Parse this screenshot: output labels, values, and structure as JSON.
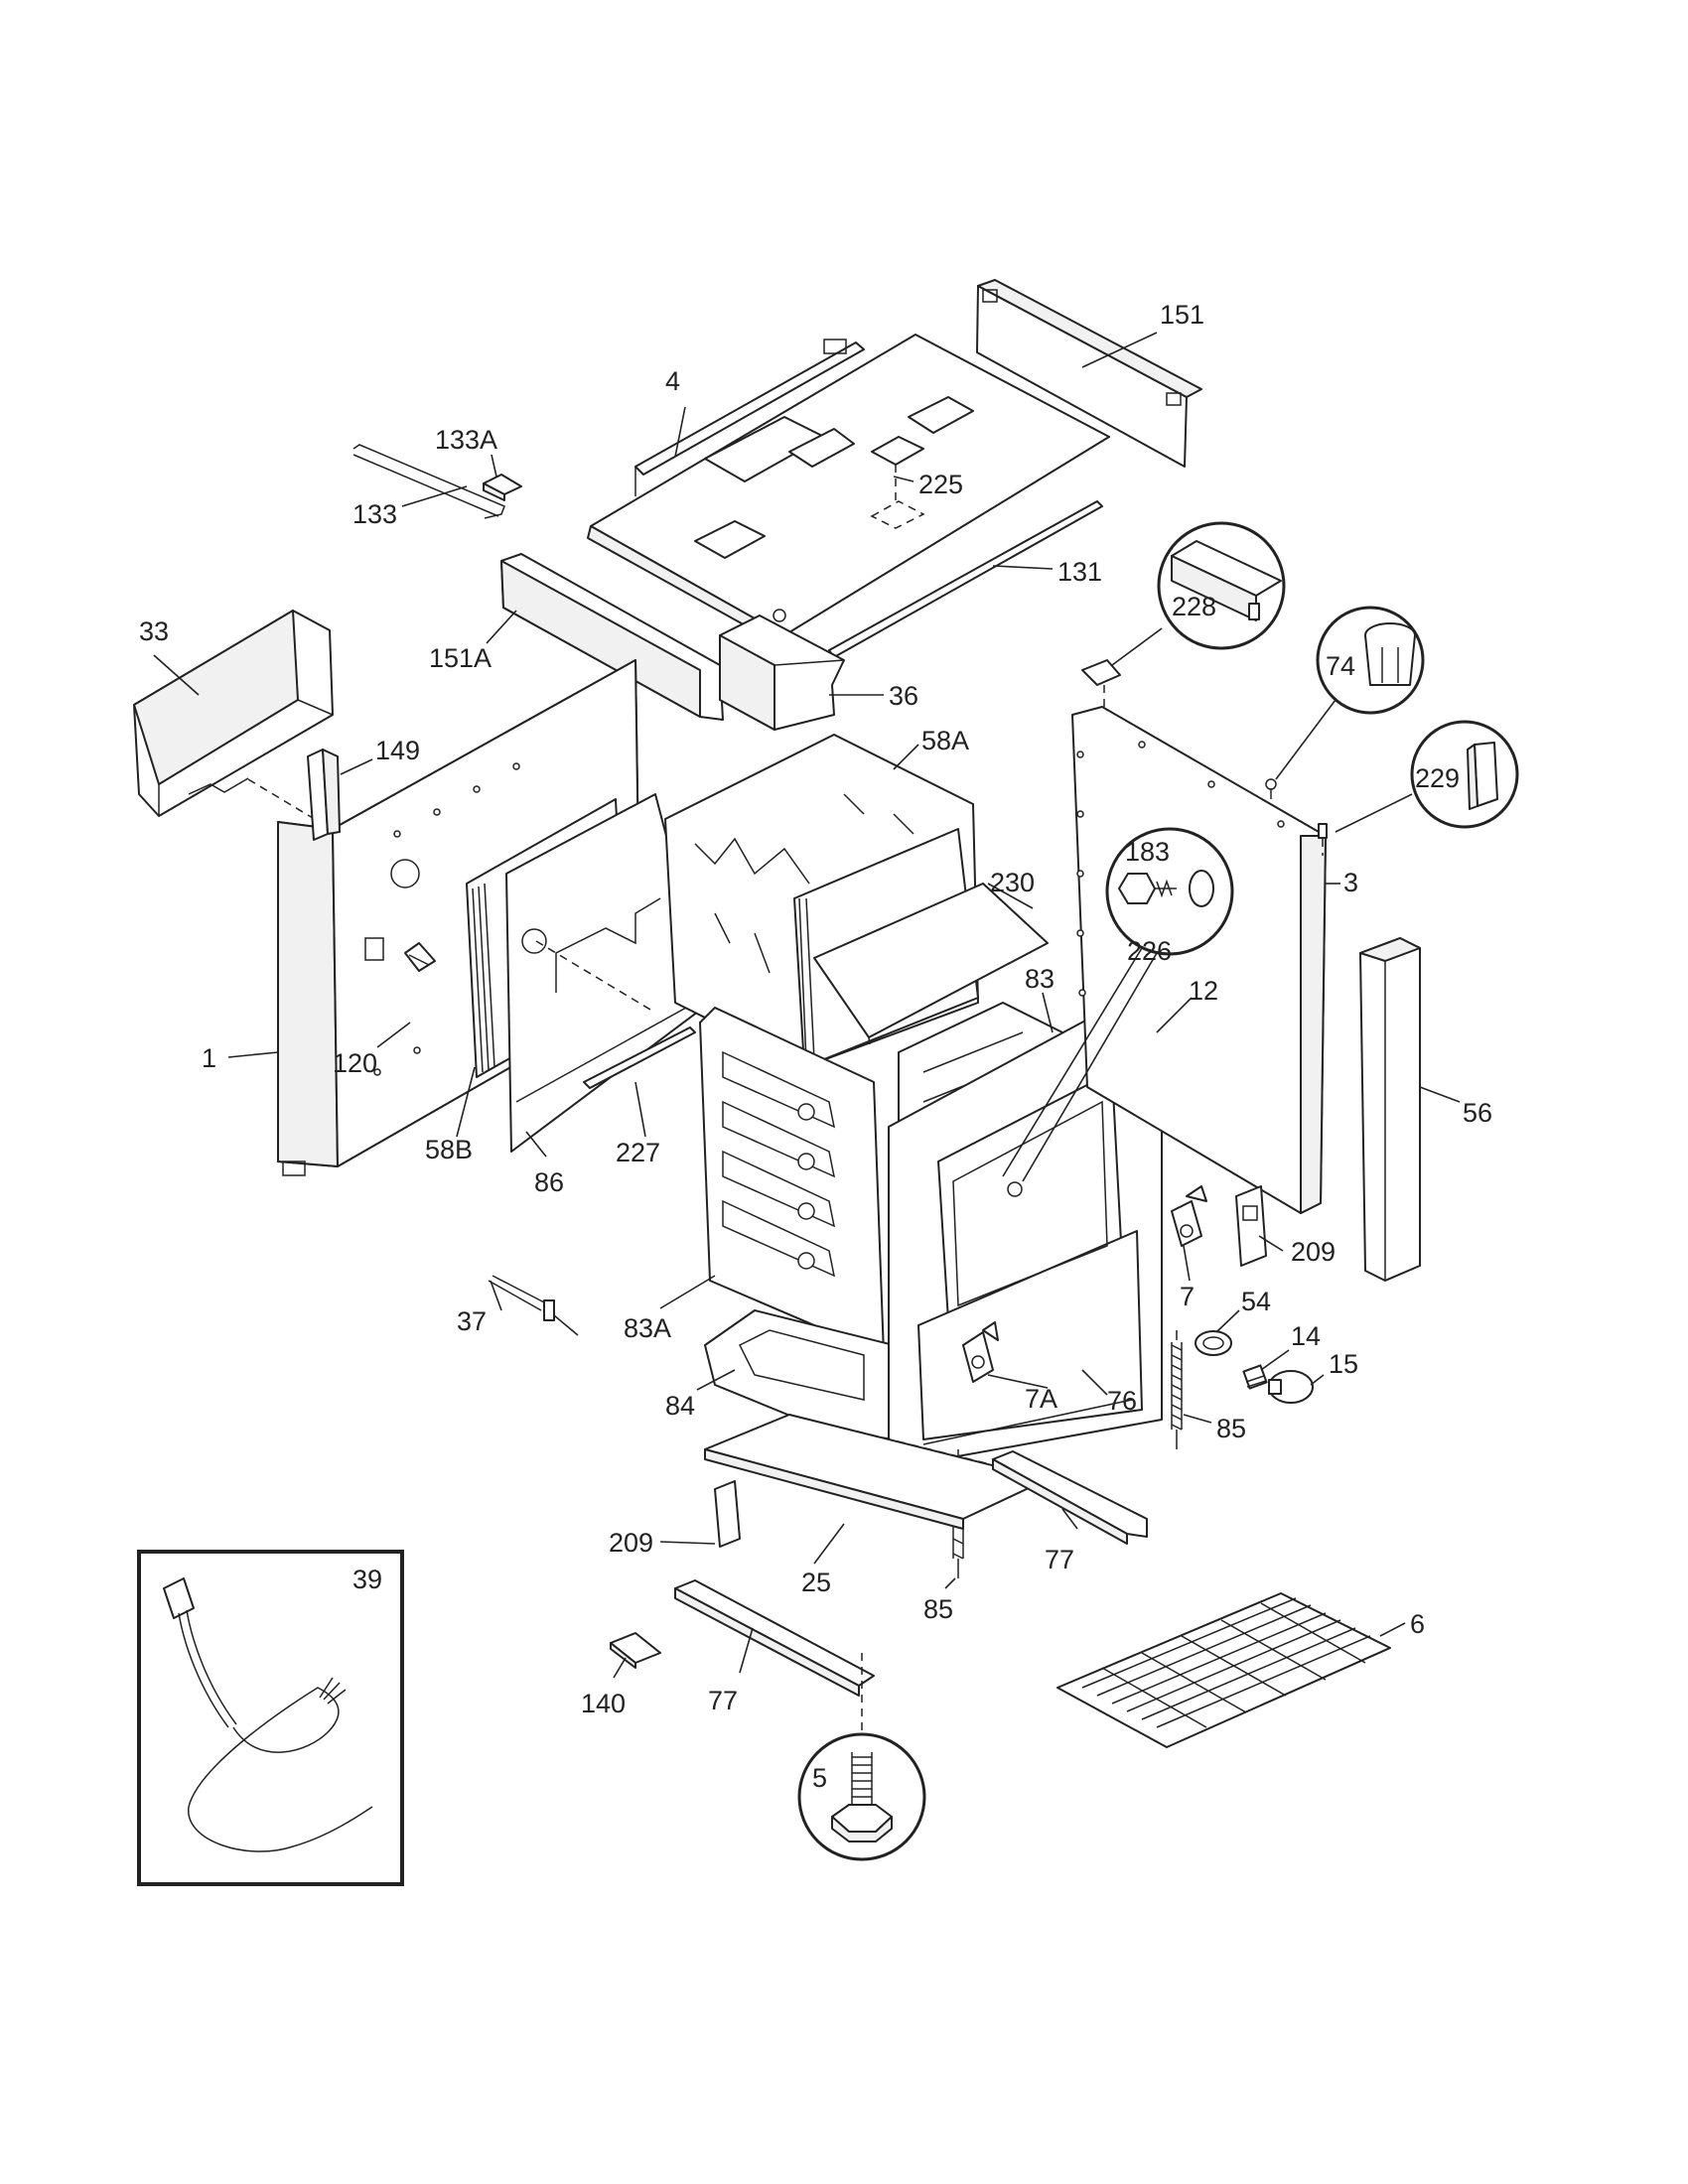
{
  "colors": {
    "line": "#222222",
    "background": "#ffffff",
    "shade": "#f1f1f1"
  },
  "labels": {
    "l151": "151",
    "l4": "4",
    "l133A": "133A",
    "l225": "225",
    "l133": "133",
    "l131": "131",
    "l228": "228",
    "l33": "33",
    "l151A": "151A",
    "l36": "36",
    "l74": "74",
    "l58A": "58A",
    "l149": "149",
    "l229": "229",
    "l183": "183",
    "l230": "230",
    "l3": "3",
    "l226": "226",
    "l83": "83",
    "l12": "12",
    "l1": "1",
    "l120": "120",
    "l56": "56",
    "l58B": "58B",
    "l227": "227",
    "l86": "86",
    "l209a": "209",
    "l7": "7",
    "l54": "54",
    "l37": "37",
    "l83A": "83A",
    "l14": "14",
    "l15": "15",
    "l7A": "7A",
    "l76": "76",
    "l84": "84",
    "l85a": "85",
    "l39": "39",
    "l209b": "209",
    "l77a": "77",
    "l25": "25",
    "l85b": "85",
    "l6": "6",
    "l140": "140",
    "l77b": "77",
    "l5": "5"
  }
}
